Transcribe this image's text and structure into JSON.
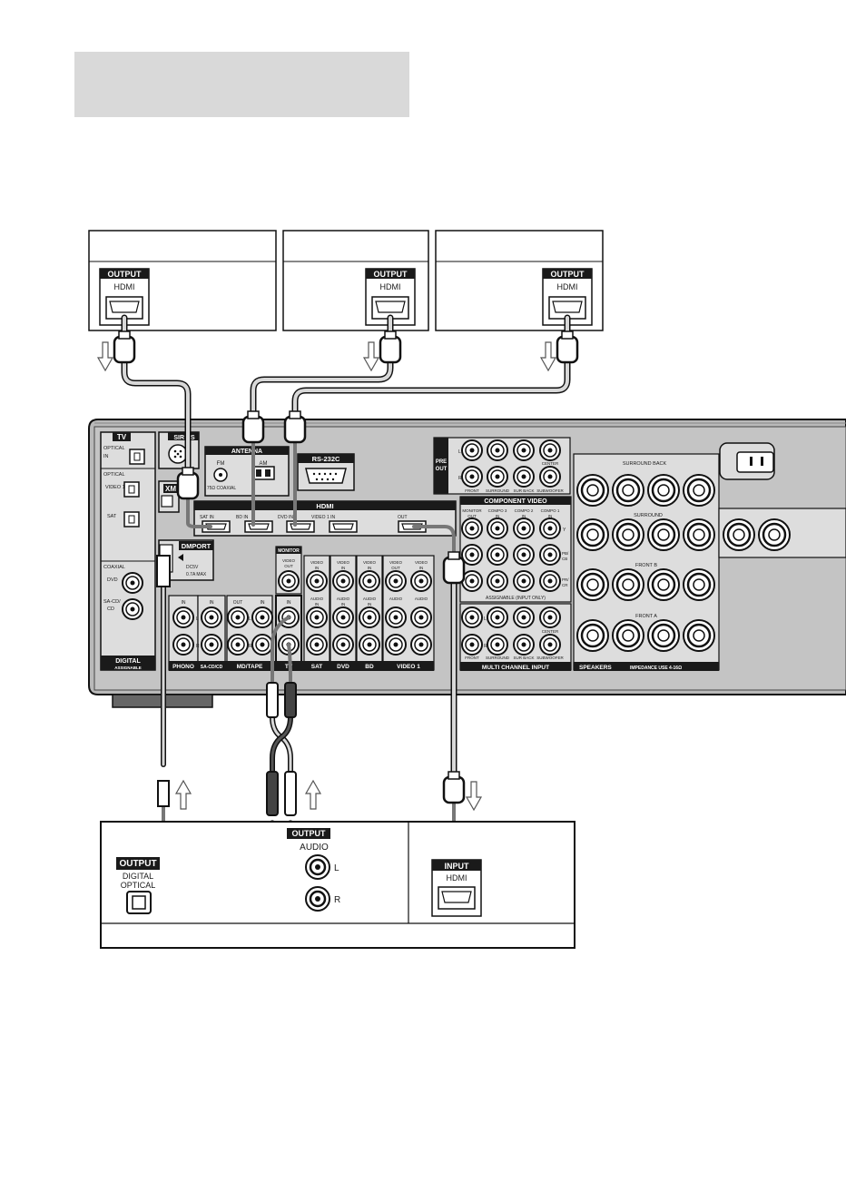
{
  "devices": {
    "top": [
      {
        "output_label": "OUTPUT",
        "port_label": "HDMI"
      },
      {
        "output_label": "OUTPUT",
        "port_label": "HDMI"
      },
      {
        "output_label": "OUTPUT",
        "port_label": "HDMI"
      }
    ],
    "bottom": {
      "optical": {
        "output_label": "OUTPUT",
        "line1": "DIGITAL",
        "line2": "OPTICAL"
      },
      "audio": {
        "output_label": "OUTPUT",
        "port_label": "AUDIO",
        "left": "L",
        "right": "R"
      },
      "hdmi": {
        "input_label": "INPUT",
        "port_label": "HDMI"
      }
    }
  },
  "receiver": {
    "tv_label": "TV",
    "sirius_label": "SIRIUS",
    "xm_label": "XM",
    "dmport_label": "DMPORT",
    "dmport_spec_1": "DC5V",
    "dmport_spec_2": "0.7A MAX",
    "optical_label": "OPTICAL",
    "in_label": "IN",
    "video1_in": "VIDEO 1",
    "sat_in": "SAT",
    "coaxial_label": "COAXIAL",
    "dvd_in": "DVD",
    "sacd_in": "SA-CD/",
    "cd_label": "CD",
    "digital_label": "DIGITAL",
    "assignable_label": "ASSIGNABLE",
    "antenna_label": "ANTENNA",
    "fm_label": "FM",
    "fm_spec": "75Ω COAXIAL",
    "am_label": "AM",
    "rs232c_label": "RS-232C",
    "hdmi_label": "HDMI",
    "hdmi_ports": [
      "SAT IN",
      "BD IN",
      "DVD IN",
      "VIDEO 1 IN",
      "OUT"
    ],
    "monitor_label": "MONITOR",
    "video_out": "VIDEO",
    "out_label": "OUT",
    "video_in": "VIDEO",
    "audio_in": "AUDIO",
    "l_label": "L",
    "r_label": "R",
    "bottom_bar": [
      "PHONO",
      "SA-CD/CD",
      "MD/TAPE",
      "TV",
      "SAT",
      "DVD",
      "BD",
      "VIDEO 1"
    ],
    "pre_out": [
      "PRE",
      "OUT"
    ],
    "front_label": "FRONT",
    "surround_label": "SURROUND",
    "sur_back_label": "SUR BACK",
    "subwoofer_label": "SUBWOOFER",
    "center_label": "CENTER",
    "component_video": "COMPONENT VIDEO",
    "monitor_out": "MONITOR",
    "compo3": "COMPO 3",
    "compo2": "COMPO 2",
    "compo1": "COMPO 1",
    "y_label": "Y",
    "pb_label": "PB/",
    "cb_label": "CB",
    "pr_label": "PR/",
    "cr_label": "CR",
    "assignable_input_only": "ASSIGNABLE (INPUT ONLY)",
    "multi_channel_input": "MULTI CHANNEL INPUT",
    "surround_back": "SURROUND BACK",
    "surround": "SURROUND",
    "front_b": "FRONT B",
    "front_a": "FRONT A",
    "speakers": "SPEAKERS",
    "impedance": "IMPEDANCE USE 4-16Ω"
  }
}
